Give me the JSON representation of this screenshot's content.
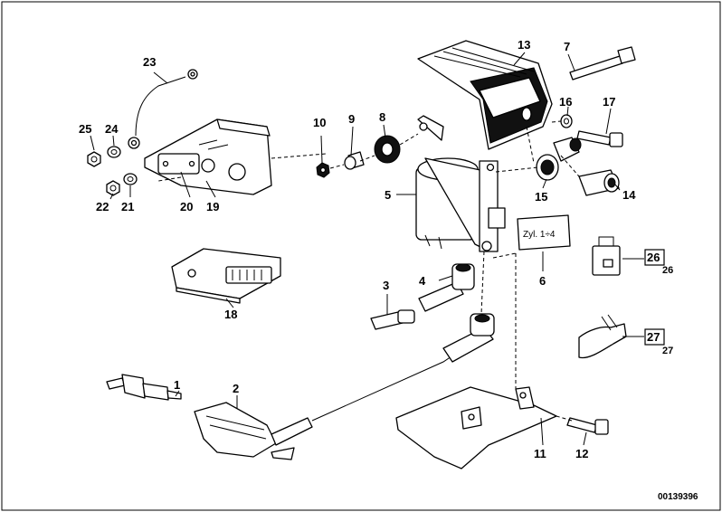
{
  "diagram": {
    "callouts": {
      "c1": "1",
      "c2": "2",
      "c3": "3",
      "c4": "4",
      "c5": "5",
      "c6": "6",
      "c7": "7",
      "c8": "8",
      "c9": "9",
      "c10": "10",
      "c11": "11",
      "c12": "12",
      "c13": "13",
      "c14": "14",
      "c15": "15",
      "c16": "16",
      "c17": "17",
      "c18": "18",
      "c19": "19",
      "c20": "20",
      "c21": "21",
      "c22": "22",
      "c23": "23",
      "c24": "24",
      "c25": "25",
      "c26_box": "26",
      "c26_sub": "26",
      "c27_box": "27",
      "c27_sub": "27"
    },
    "label_text": "Zyl. 1÷4",
    "document_id": "00139396"
  }
}
